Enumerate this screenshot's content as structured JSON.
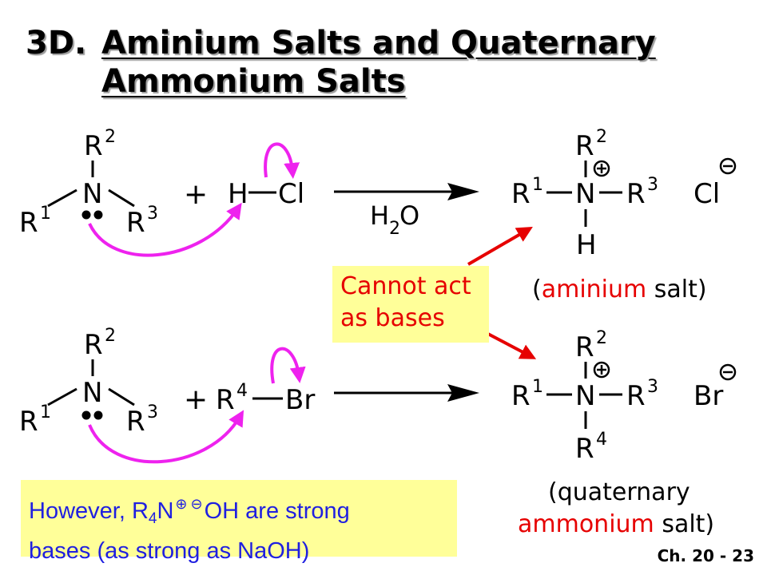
{
  "slide": {
    "section_number": "3D.",
    "title_line1": "Aminium Salts and Quaternary",
    "title_line2": "Ammonium Salts",
    "chapter_label": "Ch. 20 - 23"
  },
  "reaction1": {
    "reactant_amine": {
      "n": "N",
      "r1": "R",
      "r1_sup": "1",
      "r2": "R",
      "r2_sup": "2",
      "r3": "R",
      "r3_sup": "3"
    },
    "plus": "+",
    "reagent_h": "H",
    "reagent_x": "Cl",
    "condition_h": "H",
    "condition_sub": "2",
    "condition_o": "O",
    "product": {
      "n": "N",
      "r1": "R",
      "r1_sup": "1",
      "r2": "R",
      "r2_sup": "2",
      "r3": "R",
      "r3_sup": "3",
      "bottom": "H",
      "anion": "Cl"
    },
    "label_open": "(",
    "label_colored": "aminium",
    "label_rest": " salt)"
  },
  "reaction2": {
    "reactant_amine": {
      "n": "N",
      "r1": "R",
      "r1_sup": "1",
      "r2": "R",
      "r2_sup": "2",
      "r3": "R",
      "r3_sup": "3"
    },
    "plus": "+",
    "reagent_r": "R",
    "reagent_r_sup": "4",
    "reagent_x": "Br",
    "product": {
      "n": "N",
      "r1": "R",
      "r1_sup": "1",
      "r2": "R",
      "r2_sup": "2",
      "r3": "R",
      "r3_sup": "3",
      "bottom": "R",
      "bottom_sup": "4",
      "anion": "Br"
    },
    "label_line1": "(quaternary",
    "label_colored": "ammonium",
    "label_rest": " salt)"
  },
  "callout_cannot": {
    "line1": "Cannot act",
    "line2": "as bases"
  },
  "callout_however": {
    "part1": "However, R",
    "sub": "4",
    "part2": "N",
    "plus_circle": "⊕",
    "minus_circle": "⊖",
    "part3": "OH are strong",
    "line2": "bases (as strong as NaOH)"
  },
  "colors": {
    "curved_arrow": "#ee22ee",
    "callout_arrow": "#e60000",
    "label_highlight": "#e60000",
    "callout_bg": "#ffff99",
    "however_text": "#1f1fe0"
  },
  "icons": [
    "curved-electron-arrow",
    "reaction-arrow",
    "plus-charge-circle",
    "minus-charge-circle",
    "lone-pair-dots"
  ]
}
